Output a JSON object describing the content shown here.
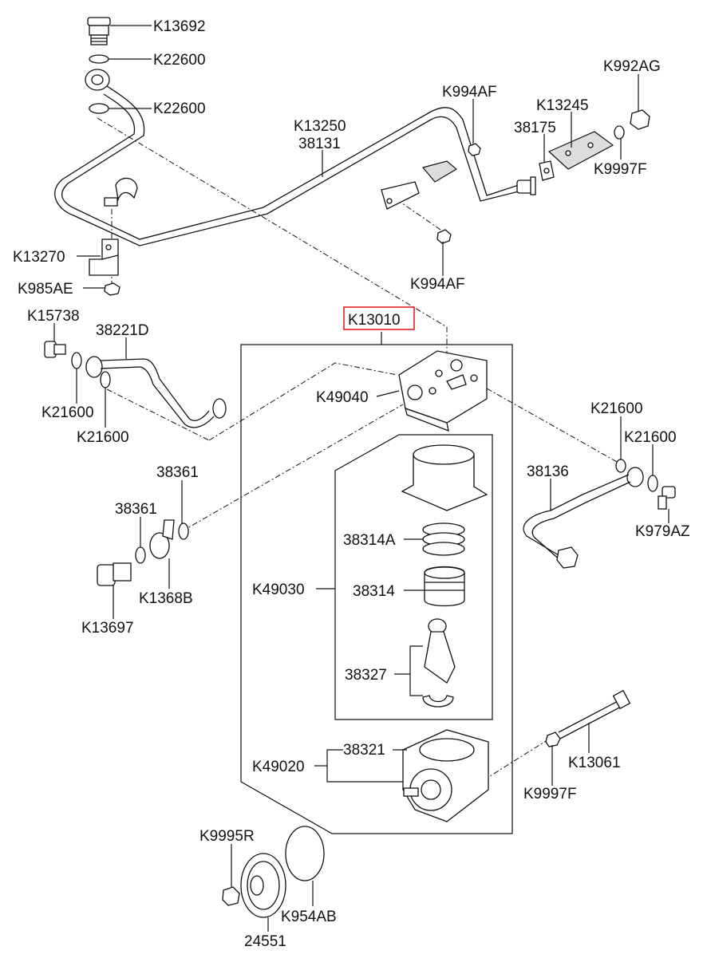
{
  "colors": {
    "ink": "#111111",
    "highlight": "#e02020",
    "background": "#ffffff"
  },
  "labels": {
    "k13692": "K13692",
    "k22600_a": "K22600",
    "k22600_b": "K22600",
    "k13250": "K13250",
    "n38131": "38131",
    "k994af_top": "K994AF",
    "k992ag": "K992AG",
    "k13245": "K13245",
    "n38175": "38175",
    "k9997f_top": "K9997F",
    "k13270": "K13270",
    "k985ae": "K985AE",
    "k994af_mid": "K994AF",
    "k15738": "K15738",
    "n38221d": "38221D",
    "k21600_l1": "K21600",
    "k21600_l2": "K21600",
    "k13010": "K13010",
    "k49040": "K49040",
    "k21600_r1": "K21600",
    "k21600_r2": "K21600",
    "n38136": "38136",
    "k979az": "K979AZ",
    "n38361_a": "38361",
    "n38361_b": "38361",
    "k1368b": "K1368B",
    "k13697": "K13697",
    "n38314a": "38314A",
    "k49030": "K49030",
    "n38314": "38314",
    "n38327": "38327",
    "n38321": "38321",
    "k49020": "K49020",
    "k13061": "K13061",
    "k9997f_low": "K9997F",
    "k9995r": "K9995R",
    "k954ab": "K954AB",
    "n24551": "24551"
  }
}
